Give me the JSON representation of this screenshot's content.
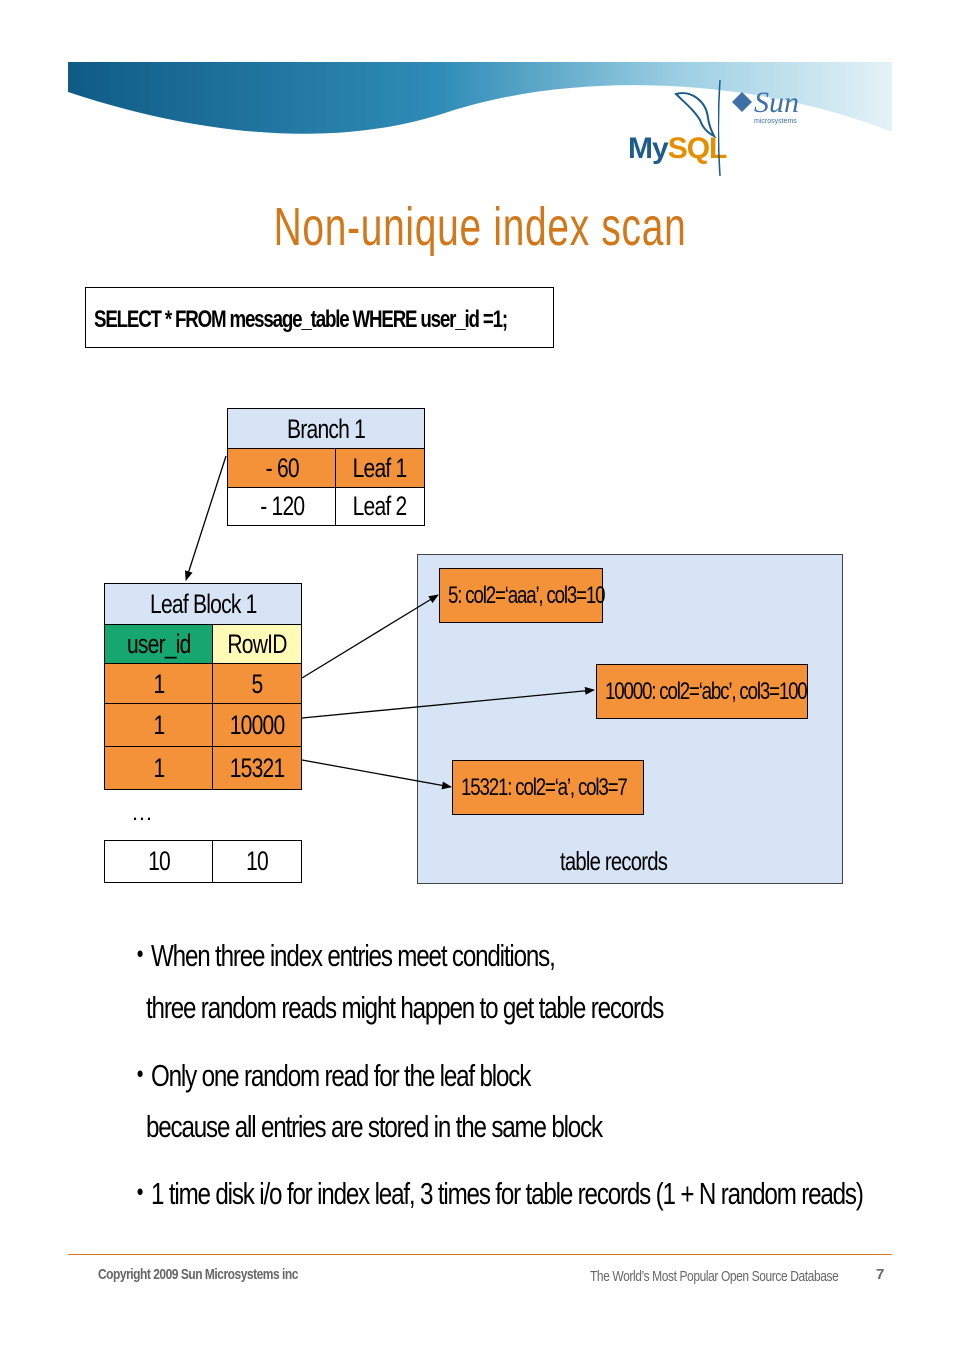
{
  "header": {
    "logo_mysql_my": "My",
    "logo_mysql_sql": "SQL",
    "logo_sun": "Sun",
    "logo_sun_sub": "microsystems"
  },
  "slide": {
    "title": "Non-unique index scan",
    "sql": "SELECT * FROM message_table WHERE user_id =1;"
  },
  "branch": {
    "header": "Branch 1",
    "rows": [
      {
        "key": "- 60",
        "ptr": "Leaf 1"
      },
      {
        "key": "- 120",
        "ptr": "Leaf 2"
      }
    ]
  },
  "leaf": {
    "header": "Leaf Block 1",
    "col_user": "user_id",
    "col_rowid": "RowID",
    "rows": [
      {
        "user_id": "1",
        "rowid": "5"
      },
      {
        "user_id": "1",
        "rowid": "10000"
      },
      {
        "user_id": "1",
        "rowid": "15321"
      }
    ],
    "ellipsis": "…",
    "last_row": {
      "user_id": "10",
      "rowid": "10"
    }
  },
  "records": {
    "label": "table records",
    "items": [
      "5: col2=‘aaa’, col3=10",
      "10000: col2=‘abc’, col3=100",
      "15321: col2=‘a’, col3=7"
    ]
  },
  "bullets": [
    "・When three index entries meet conditions,",
    "three random reads might happen to get table records",
    "・Only one random read for the leaf block",
    "because all entries are stored in the same block",
    "・1 time disk i/o for index leaf, 3 times for table records (1 + N random reads)"
  ],
  "footer": {
    "copyright": "Copyright 2009 Sun Microsystems inc",
    "tagline": "The World’s Most Popular Open Source Database",
    "page": "7"
  },
  "colors": {
    "title": "#d2771a",
    "orange_cell": "#f4923a",
    "blue_cell": "#d6e4f5",
    "green_cell": "#16a771",
    "yellow_cell": "#fffbb7"
  }
}
